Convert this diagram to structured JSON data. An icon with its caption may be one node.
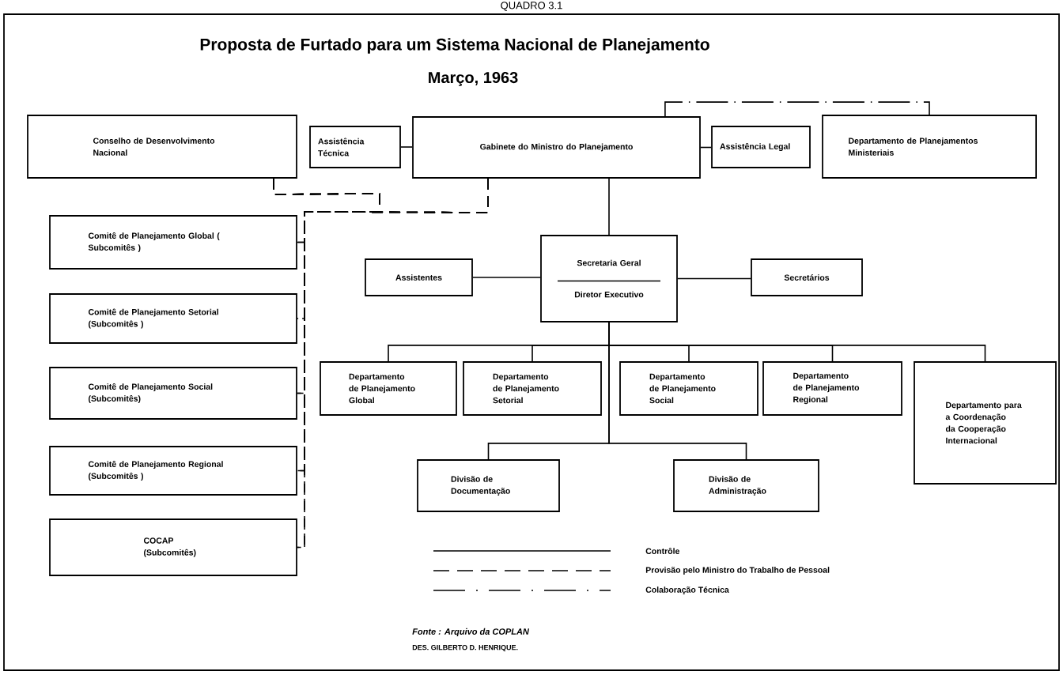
{
  "diagram": {
    "title": "Proposta de Furtado para um Sistema Nacional de Planejamento",
    "nodes": [
      {
        "text": [
          "Conselho de Desenvolvimento Nacional"
        ]
      },
      {
        "text": [
          "Assistência Técnica"
        ]
      },
      {
        "text": [
          "Gabinete do Ministro do Planejamento"
        ]
      },
      {
        "text": [
          "Assistência Legal"
        ]
      },
      {
        "text": [
          "Departamento de Planejamentos Ministeriais"
        ]
      },
      {
        "text": [
          "Comitê de Planejamento Global ( Subcomitês )"
        ]
      },
      {
        "text": [
          "Comitê de Planejamento Setorial (Subcomitês )"
        ]
      },
      {
        "text": [
          "Comitê de Planejamento Social (Subcomitês)"
        ]
      },
      {
        "text": [
          "Comitê de Planejamento Regional (Subcomitês )"
        ]
      },
      {
        "text": [
          "COCAP (Subcomitês)"
        ]
      },
      {
        "text": [
          "Secretaria Geral",
          "Diretor Executivo"
        ]
      },
      {
        "text": [
          "Assistentes"
        ]
      },
      {
        "text": [
          "Secretários"
        ]
      },
      {
        "text": [
          "Departamento de Planejamento Global"
        ]
      },
      {
        "text": [
          "Departamento de Planejamento Setorial"
        ]
      },
      {
        "text": [
          "Departamento de Planejamento Social"
        ]
      },
      {
        "text": [
          "Departamento de Planejamento Regional"
        ]
      },
      {
        "text": [
          "Departamento para a Coordenação da Cooperação Internacional"
        ]
      },
      {
        "text": [
          "Divisão de Documentação"
        ]
      },
      {
        "text": [
          "Divisão de Administração"
        ]
      }
    ],
    "edges": [
      {
        "from": 1,
        "to": 2,
        "arrow": "none"
      },
      {
        "from": 2,
        "to": 3,
        "arrow": "none"
      },
      {
        "from": 2,
        "to": 4,
        "arrow": "none",
        "style": "dashed"
      },
      {
        "from": 2,
        "to": 10,
        "arrow": "none"
      },
      {
        "from": 11,
        "to": 10,
        "arrow": "none"
      },
      {
        "from": 10,
        "to": 12,
        "arrow": "none"
      },
      {
        "from": 10,
        "to": 13,
        "arrow": "none"
      },
      {
        "from": 10,
        "to": 14,
        "arrow": "none"
      },
      {
        "from": 10,
        "to": 15,
        "arrow": "none"
      },
      {
        "from": 10,
        "to": 16,
        "arrow": "none"
      },
      {
        "from": 10,
        "to": 17,
        "arrow": "none"
      },
      {
        "from": 10,
        "to": 18,
        "arrow": "none"
      },
      {
        "from": 10,
        "to": 19,
        "arrow": "none"
      },
      {
        "from": 2,
        "to": 5,
        "arrow": "none",
        "style": "dashed"
      },
      {
        "from": 2,
        "to": 6,
        "arrow": "none",
        "style": "dashed"
      },
      {
        "from": 2,
        "to": 7,
        "arrow": "none",
        "style": "dashed"
      },
      {
        "from": 2,
        "to": 8,
        "arrow": "none",
        "style": "dashed"
      },
      {
        "from": 2,
        "to": 9,
        "arrow": "none",
        "style": "dashed"
      },
      {
        "from": 0,
        "to": 5,
        "arrow": "none",
        "style": "dashed"
      },
      {
        "from": 0,
        "to": 6,
        "arrow": "none",
        "style": "dashed"
      },
      {
        "from": 0,
        "to": 7,
        "arrow": "none",
        "style": "dashed"
      },
      {
        "from": 0,
        "to": 8,
        "arrow": "none",
        "style": "dashed"
      },
      {
        "from": 0,
        "to": 9,
        "arrow": "none",
        "style": "dashed"
      }
    ],
    "labels": [
      "QUADRO 3.1",
      "Março, 1963",
      "Fonte : Arquivo da COPLAN",
      "DES. GILBERTO D. HENRIQUE."
    ],
    "legend": [
      {
        "text": "Contrôle"
      },
      {
        "text": "Provisão pelo Ministro do Trabalho de Pessoal"
      },
      {
        "text": "Colaboração Técnica"
      }
    ]
  }
}
